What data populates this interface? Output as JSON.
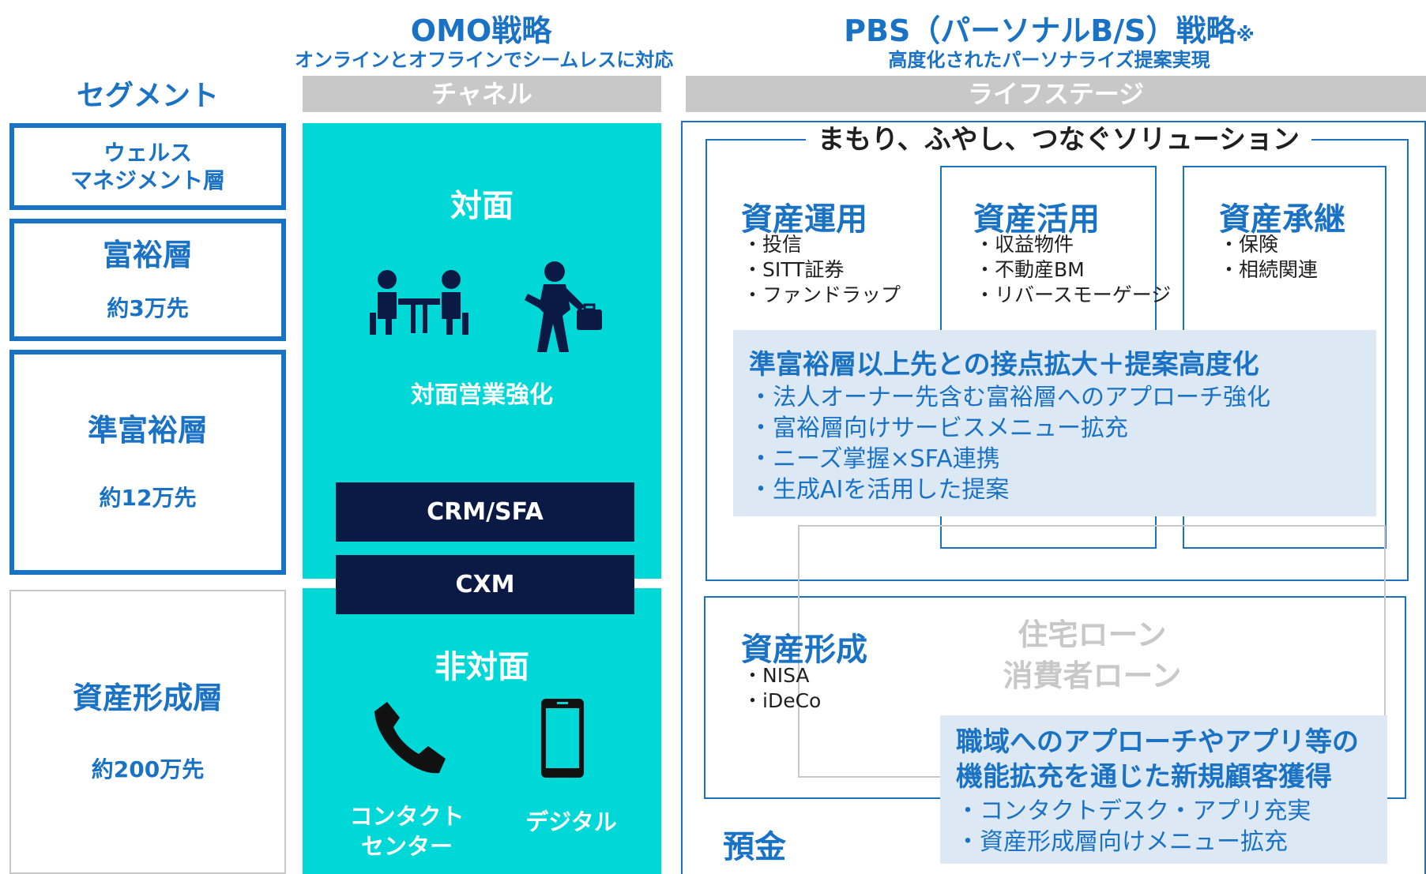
{
  "headers": {
    "omo_title": "OMO戦略",
    "omo_sub": "オンラインとオフラインでシームレスに対応",
    "pbs_title": "PBS（パーソナルB/S）戦略",
    "pbs_note": "※",
    "pbs_sub": "高度化されたパーソナライズ提案実現",
    "segment_label": "セグメント",
    "channel_label": "チャネル",
    "lifestage_label": "ライフステージ"
  },
  "segments": [
    {
      "name": "ウェルス\nマネジメント層",
      "count": ""
    },
    {
      "name": "富裕層",
      "count": "約3万先"
    },
    {
      "name": "準富裕層",
      "count": "約12万先"
    },
    {
      "name": "資産形成層",
      "count": "約200万先"
    }
  ],
  "channel": {
    "face_title": "対面",
    "face_caption": "対面営業強化",
    "crm": "CRM/SFA",
    "cxm": "CXM",
    "nonface_title": "非対面",
    "contact": "コンタクト\nセンター",
    "digital": "デジタル"
  },
  "icons": [
    "meeting-icon",
    "businessman-icon",
    "phone-icon",
    "smartphone-icon"
  ],
  "lifestage": {
    "solution_title": "まもり、ふやし、つなぐソリューション",
    "categories": [
      {
        "title": "資産運用",
        "items": [
          "・投信",
          "・SITT証券",
          "・ファンドラップ"
        ]
      },
      {
        "title": "資産活用",
        "items": [
          "・収益物件",
          "・不動産BM",
          "・リバースモーゲージ"
        ]
      },
      {
        "title": "資産承継",
        "items": [
          "・保険",
          "・相続関連"
        ]
      }
    ],
    "upper_panel": {
      "title": "準富裕層以上先との接点拡大＋提案高度化",
      "items": [
        "・法人オーナー先含む富裕層へのアプローチ強化",
        "・富裕層向けサービスメニュー拡充",
        "・ニーズ掌握×SFA連携",
        "・生成AIを活用した提案"
      ]
    },
    "formation": {
      "title": "資産形成",
      "items": [
        "・NISA",
        "・iDeCo"
      ]
    },
    "loans": "住宅ローン\n消費者ローン",
    "lower_panel": {
      "title": "職域へのアプローチやアプリ等の\n機能拡充を通じた新規顧客獲得",
      "items": [
        "・コンタクトデスク・アプリ充実",
        "・資産形成層向けメニュー拡充"
      ]
    },
    "deposit": "預金"
  },
  "colors": {
    "brand_blue": "#1a72c4",
    "cyan": "#00d7d7",
    "navy": "#0b1a45",
    "grey": "#c8c8c8",
    "panel": "#dde8f5"
  }
}
